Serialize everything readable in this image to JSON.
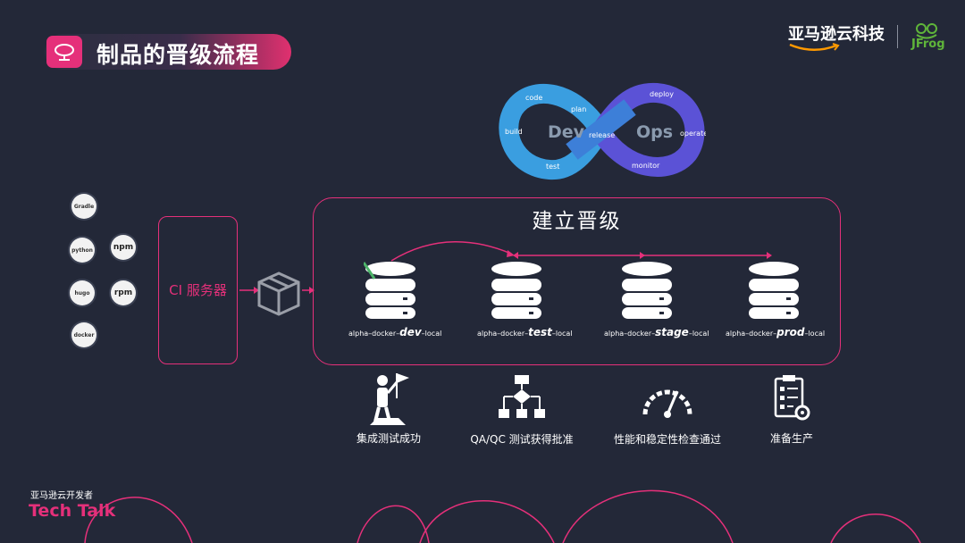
{
  "header": {
    "title": "制品的晋级流程",
    "brand_aws": "亚马逊云科技",
    "brand_jfrog": "JFrog"
  },
  "devops": {
    "dev": "Dev",
    "ops": "Ops",
    "words": [
      "code",
      "plan",
      "build",
      "test",
      "release",
      "deploy",
      "operate",
      "monitor"
    ]
  },
  "packages": [
    "Gradle",
    "python",
    "npm",
    "hugo",
    "rpm",
    "docker"
  ],
  "ci": {
    "label": "CI 服务器"
  },
  "promotion": {
    "title": "建立晋级",
    "repos": [
      {
        "prefix": "alpha–docker–",
        "name": "dev",
        "suffix": "–local"
      },
      {
        "prefix": "alpha–docker–",
        "name": "test",
        "suffix": "–local"
      },
      {
        "prefix": "alpha–docker–",
        "name": "stage",
        "suffix": "–local"
      },
      {
        "prefix": "alpha–docker–",
        "name": "prod",
        "suffix": "–local"
      }
    ]
  },
  "steps": [
    {
      "label": "集成测试成功",
      "icon": "flag-person-icon"
    },
    {
      "label": "QA/QC 测试获得批准",
      "icon": "flowchart-icon"
    },
    {
      "label": "性能和稳定性检查通过",
      "icon": "gauge-icon"
    },
    {
      "label": "准备生产",
      "icon": "checklist-gear-icon"
    }
  ],
  "footer": {
    "line1": "亚马逊云开发者",
    "line2": "Tech Talk"
  },
  "colors": {
    "accent": "#e5307a",
    "background": "#232838",
    "devops_blue": "#3a9ee0",
    "devops_purple": "#5b52d6"
  }
}
